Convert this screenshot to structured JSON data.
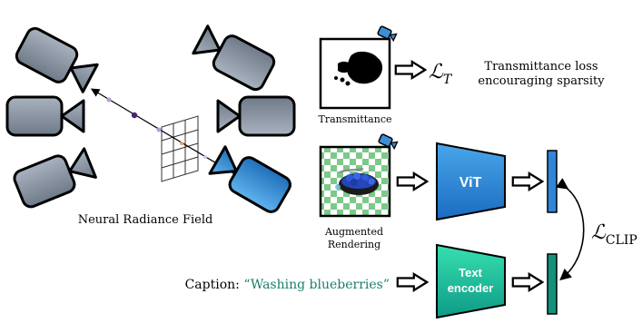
{
  "nerf": {
    "label": "Neural Radiance Field"
  },
  "transmittance": {
    "label": "Transmittance",
    "loss_symbol": "ℒ",
    "loss_subscript": "T",
    "loss_desc_line1": "Transmittance loss",
    "loss_desc_line2": "encouraging sparsity"
  },
  "rendering": {
    "label_line1": "Augmented",
    "label_line2": "Rendering"
  },
  "vit": {
    "label": "ViT"
  },
  "text_encoder": {
    "label_line1": "Text",
    "label_line2": "encoder"
  },
  "clip_loss": {
    "symbol": "ℒ",
    "subscript": "CLIP"
  },
  "caption": {
    "prefix": "Caption: ",
    "text": "“Washing blueberries”"
  },
  "colors": {
    "camera_gray": "#8e99a8",
    "camera_blue": "#3b8fd6",
    "vit_blue": "#2f86d9",
    "text_teal": "#1fb592",
    "caption_green": "#1a7d6b",
    "checker_green": "#7cc98a"
  }
}
